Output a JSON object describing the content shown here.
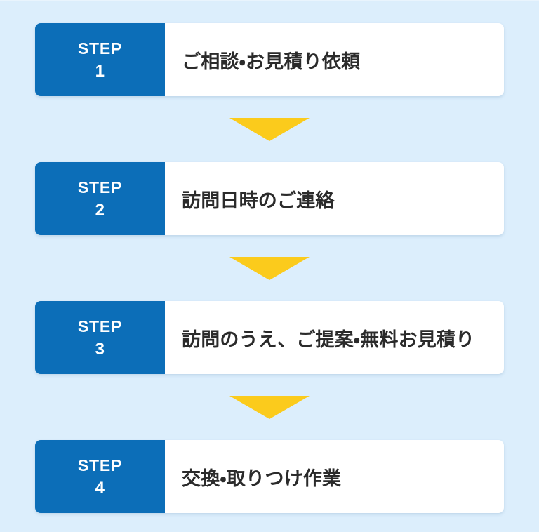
{
  "theme": {
    "background_color": "#dceefc",
    "badge_color": "#0c6eb8",
    "card_color": "#ffffff",
    "arrow_color": "#fbcb1c",
    "title_text_color": "#2b2b2b",
    "badge_text_color": "#ffffff"
  },
  "flow": {
    "step_word": "STEP",
    "arrow_icon_name": "triangle-down-icon",
    "steps": [
      {
        "number": "1",
        "title": "ご相談・お見積り依頼"
      },
      {
        "number": "2",
        "title": "訪問日時のご連絡"
      },
      {
        "number": "3",
        "title": "訪問のうえ、ご提案・無料お見積り"
      },
      {
        "number": "4",
        "title": "交換・取りつけ作業"
      }
    ]
  }
}
